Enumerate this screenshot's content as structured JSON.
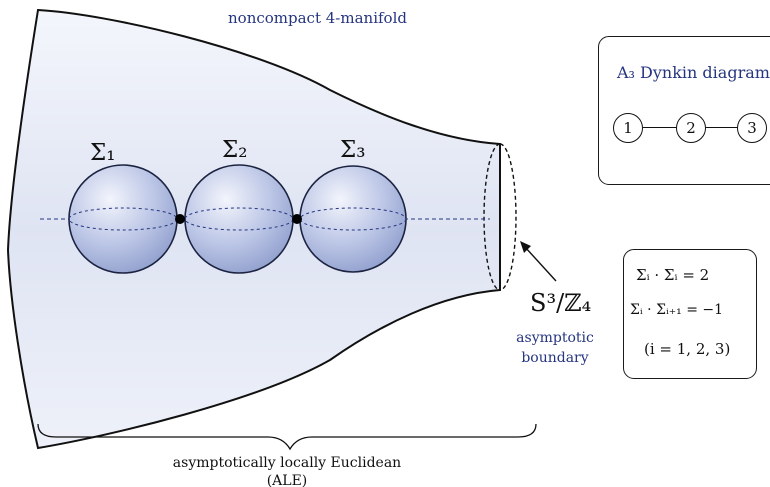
{
  "labels": {
    "manifold": "noncompact 4-manifold",
    "sigma_1": "Σ₁",
    "sigma_2": "Σ₂",
    "sigma_3": "Σ₃",
    "boundary_space": "S³/ℤ₄",
    "boundary_caption_1": "asymptotic",
    "boundary_caption_2": "boundary",
    "ale_line_1": "asymptotically locally Euclidean",
    "ale_line_2": "(ALE)"
  },
  "dynkin": {
    "title": "A₃ Dynkin diagram",
    "nodes": [
      "1",
      "2",
      "3"
    ]
  },
  "intersections": {
    "self": "Σᵢ · Σᵢ = 2",
    "adjacent": "Σᵢ · Σᵢ₊₁ = −1",
    "range": "(i = 1, 2, 3)"
  },
  "colors": {
    "accent_text": "#26357f",
    "manifold_fill": "#e4e8f5",
    "sphere_fill": "#b4c0e2",
    "outline": "#111111"
  }
}
